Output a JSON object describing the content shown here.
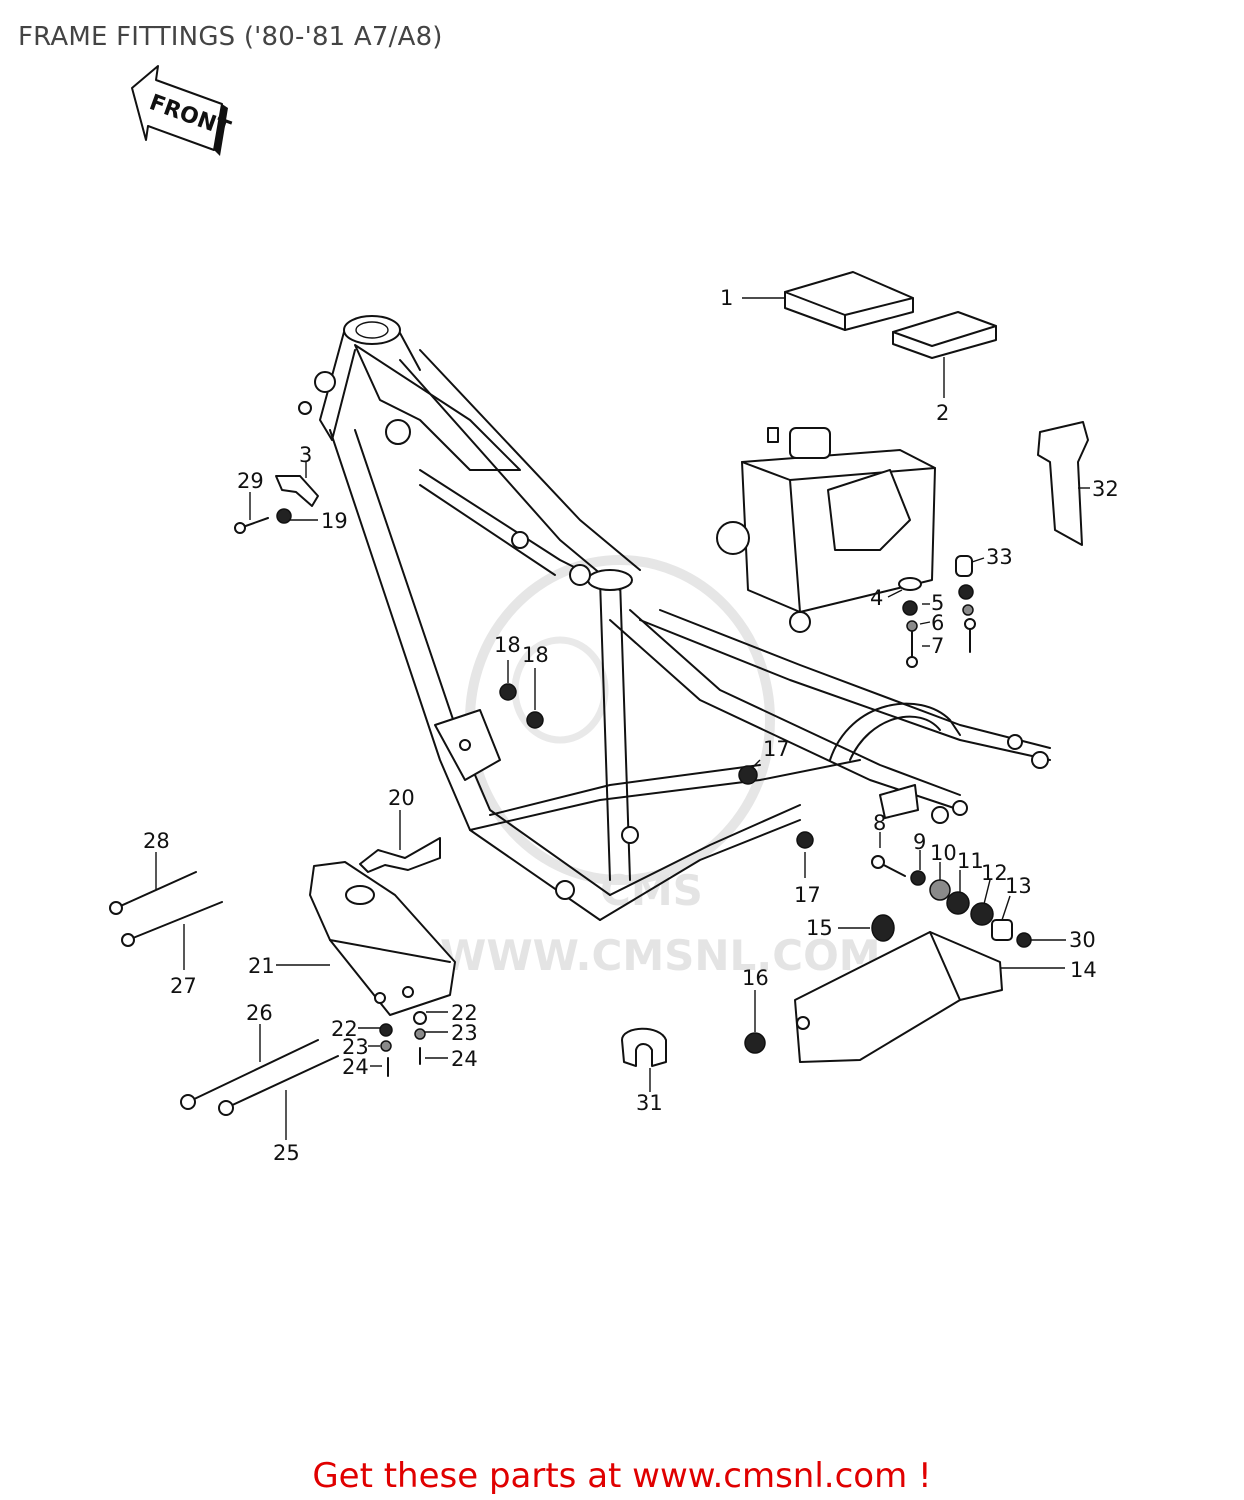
{
  "page": {
    "title": "FRAME FITTINGS ('80-'81 A7/A8)",
    "front_label": "FRONT",
    "watermark_logo": "CMS",
    "watermark_url": "WWW.CMSNL.COM",
    "footer_cta": "Get these parts at www.cmsnl.com !"
  },
  "diagram": {
    "part_callouts": [
      "1",
      "2",
      "3",
      "4",
      "5",
      "6",
      "7",
      "8",
      "9",
      "10",
      "11",
      "12",
      "13",
      "14",
      "15",
      "16",
      "17",
      "17",
      "18",
      "18",
      "19",
      "20",
      "21",
      "22",
      "22",
      "23",
      "23",
      "24",
      "24",
      "25",
      "26",
      "27",
      "28",
      "29",
      "30",
      "31",
      "32",
      "33"
    ]
  },
  "colors": {
    "footer_text": "#e00000",
    "title_text": "#444444",
    "line_art": "#111111",
    "watermark": "#e4e4e4"
  }
}
